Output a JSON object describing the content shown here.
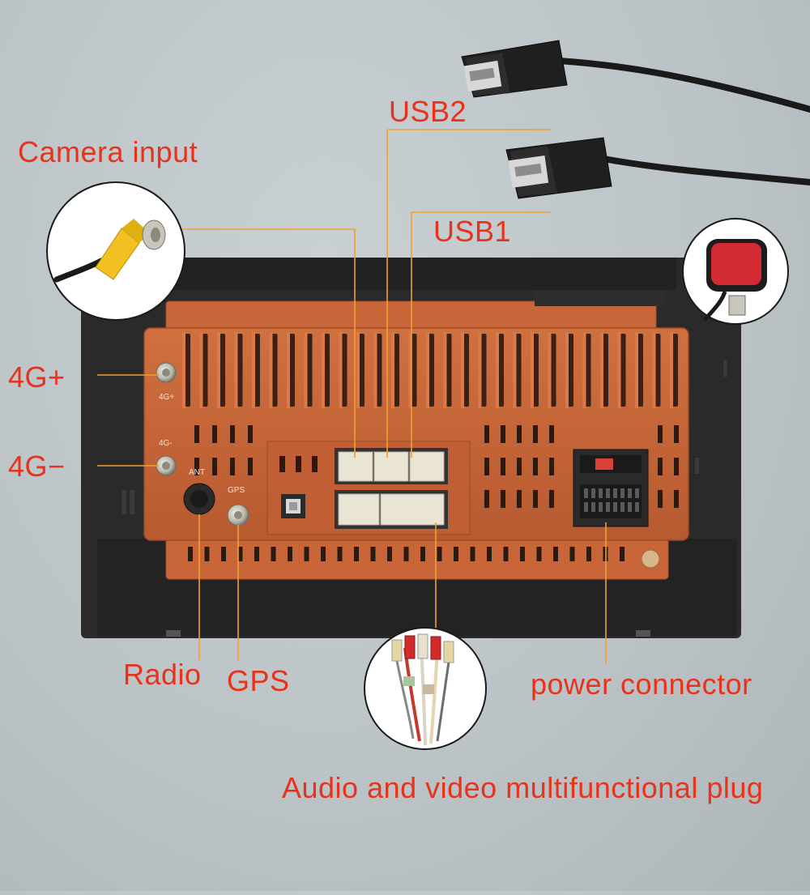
{
  "labels": {
    "camera_input": "Camera input",
    "usb2": "USB2",
    "usb1": "USB1",
    "4g_plus": "4G+",
    "4g_minus": "4G−",
    "radio": "Radio",
    "gps": "GPS",
    "power_connector": "power connector",
    "audio_video_plug": "Audio and video multifunctional plug"
  },
  "panel_prints": {
    "4g_plus": "4G+",
    "4g_minus": "4G-",
    "ant": "ANT",
    "gps": "GPS"
  },
  "colors": {
    "label_text": "#e8321c",
    "leader_line": "#f0a030",
    "housing": "#c8663a",
    "bezel": "#262626",
    "background": "#bcc4c8"
  },
  "icons": {
    "camera_plug": "rca-yellow-plug-icon",
    "usb_cable": "usb-female-cable-icon",
    "gps_antenna": "gps-puck-icon",
    "av_cable": "rca-av-cable-icon"
  }
}
